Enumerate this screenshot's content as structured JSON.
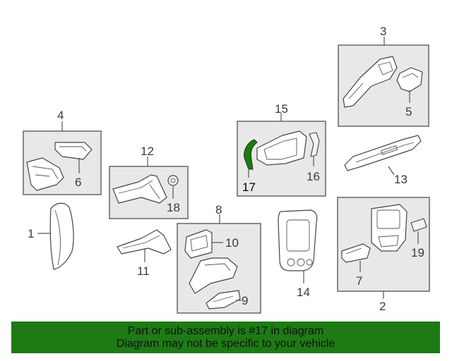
{
  "callouts": {
    "c1": "1",
    "c2": "2",
    "c3": "3",
    "c4": "4",
    "c5": "5",
    "c6": "6",
    "c7": "7",
    "c8": "8",
    "c9": "9",
    "c10": "10",
    "c11": "11",
    "c12": "12",
    "c13": "13",
    "c14": "14",
    "c15": "15",
    "c16": "16",
    "c17": "17",
    "c18": "18",
    "c19": "19"
  },
  "highlight": {
    "part": "17",
    "color": "#1e7a12"
  },
  "banner": {
    "line1": "Part or sub-assembly is #17 in diagram",
    "line2": "Diagram may not be specific to your vehicle",
    "background": "#1d7a14"
  }
}
